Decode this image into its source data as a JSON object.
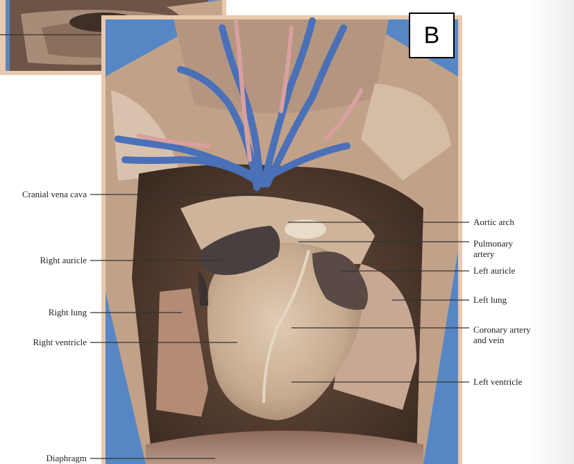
{
  "panel_letter": "B",
  "labels": {
    "cranial_vena_cava": "Cranial vena cava",
    "right_auricle": "Right auricle",
    "right_lung": "Right lung",
    "right_ventricle": "Right ventricle",
    "diaphragm": "Diaphragm",
    "aortic_arch": "Aortic arch",
    "pulmonary_artery_1": "Pulmonary",
    "pulmonary_artery_2": "artery",
    "left_auricle": "Left auricle",
    "left_lung": "Left lung",
    "coronary_1": "Coronary artery",
    "coronary_2": "and vein",
    "left_ventricle": "Left ventricle"
  },
  "colors": {
    "frame": "#e9c9ae",
    "background_blue": "#4f86c6",
    "tissue": "#c9ab90",
    "heart": "#cdb49a",
    "auricle": "#4a3f3f",
    "vein_blue": "#4a70b8",
    "artery_pink": "#d9a0a0",
    "leader_line": "#333333"
  }
}
